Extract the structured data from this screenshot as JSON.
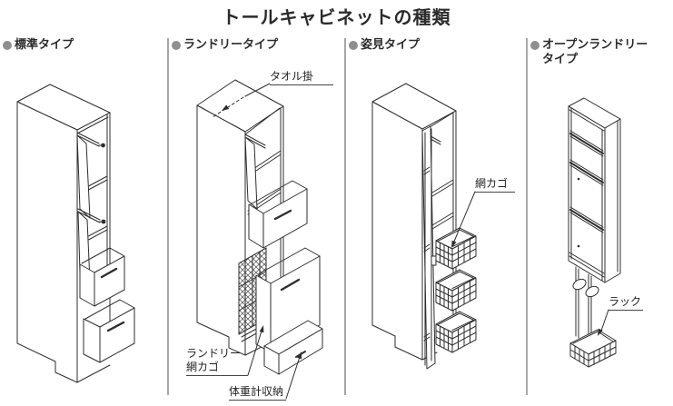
{
  "page": {
    "title": "トールキャビネットの種類"
  },
  "colors": {
    "line": "#2e2e2e",
    "bullet": "#8f8f8f",
    "divider": "#a6a6a6",
    "text": "#222222"
  },
  "panels": [
    {
      "id": "standard",
      "label": "標準タイプ",
      "annotations": []
    },
    {
      "id": "laundry",
      "label": "ランドリータイプ",
      "annotations": [
        {
          "text": "タオル掛"
        },
        {
          "line1": "ランドリー",
          "line2": "網カゴ"
        },
        {
          "text": "体重計収納"
        }
      ]
    },
    {
      "id": "mirror",
      "label": "姿見タイプ",
      "annotations": [
        {
          "text": "網カゴ"
        }
      ]
    },
    {
      "id": "open-laundry",
      "label": "オープンランドリータイプ",
      "annotations": [
        {
          "text": "ラック"
        }
      ]
    }
  ]
}
